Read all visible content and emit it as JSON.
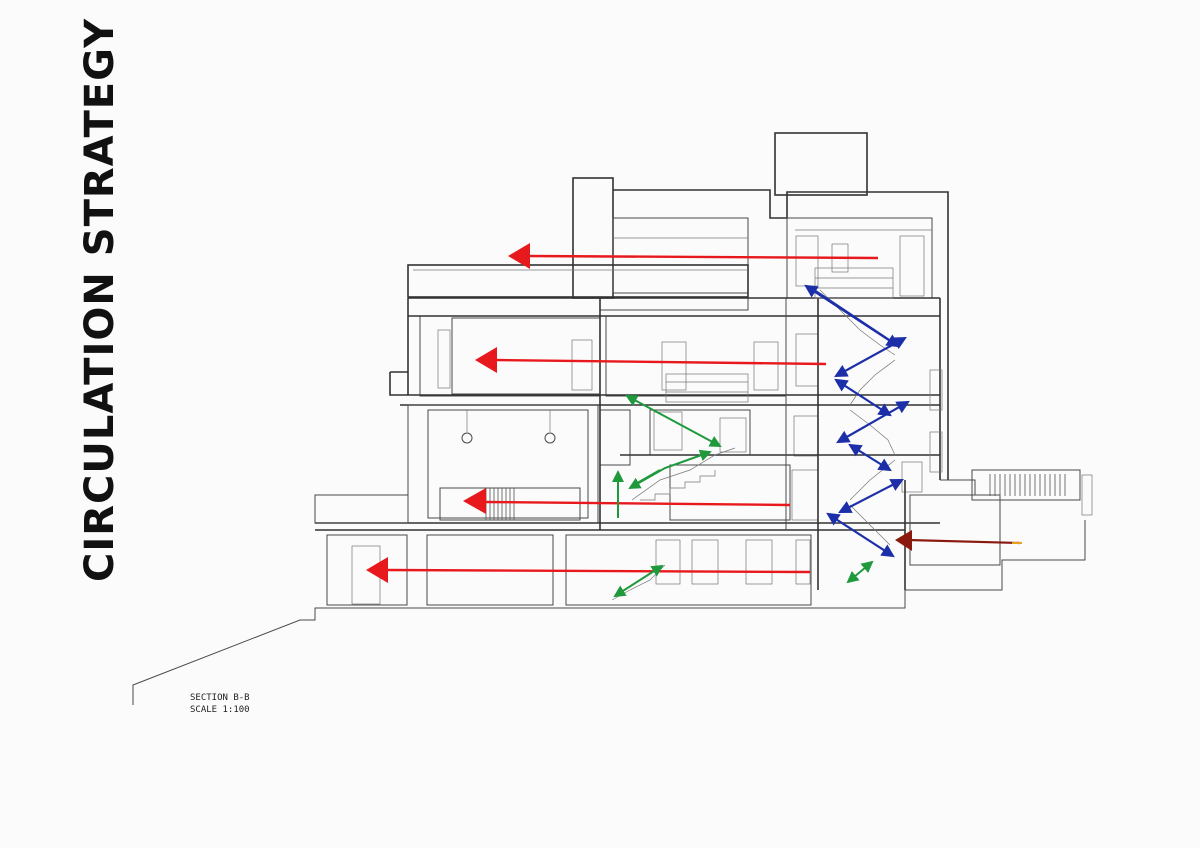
{
  "title": "CIRCULATION STRATEGY",
  "caption": {
    "line1": "SECTION B-B",
    "line2": "SCALE 1:100"
  },
  "colors": {
    "horizontal_circulation": "#e8191c",
    "primary_stair": "#1c2fa8",
    "secondary_stair": "#1e9a3c",
    "entrance": "#8a1a10",
    "linework": "#4a4a4a"
  }
}
